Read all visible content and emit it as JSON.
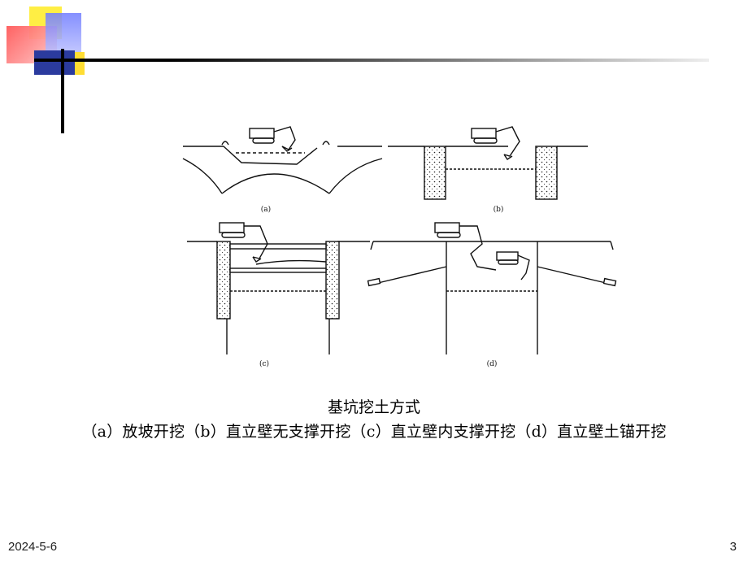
{
  "caption": {
    "title": "基坑挖土方式",
    "subtitle": "（a）放坡开挖（b）直立壁无支撑开挖（c）直立壁内支撑开挖（d）直立壁土锚开挖"
  },
  "figure": {
    "panel_labels": [
      "(a)",
      "(b)",
      "(c)",
      "(d)"
    ]
  },
  "footer": {
    "date": "2024-5-6",
    "page_number": "3"
  },
  "colors": {
    "accent_yellow": "#ffee44",
    "accent_red": "#ff5a5a",
    "accent_blue": "#6f7cff",
    "accent_navy": "#2b3b9e"
  }
}
